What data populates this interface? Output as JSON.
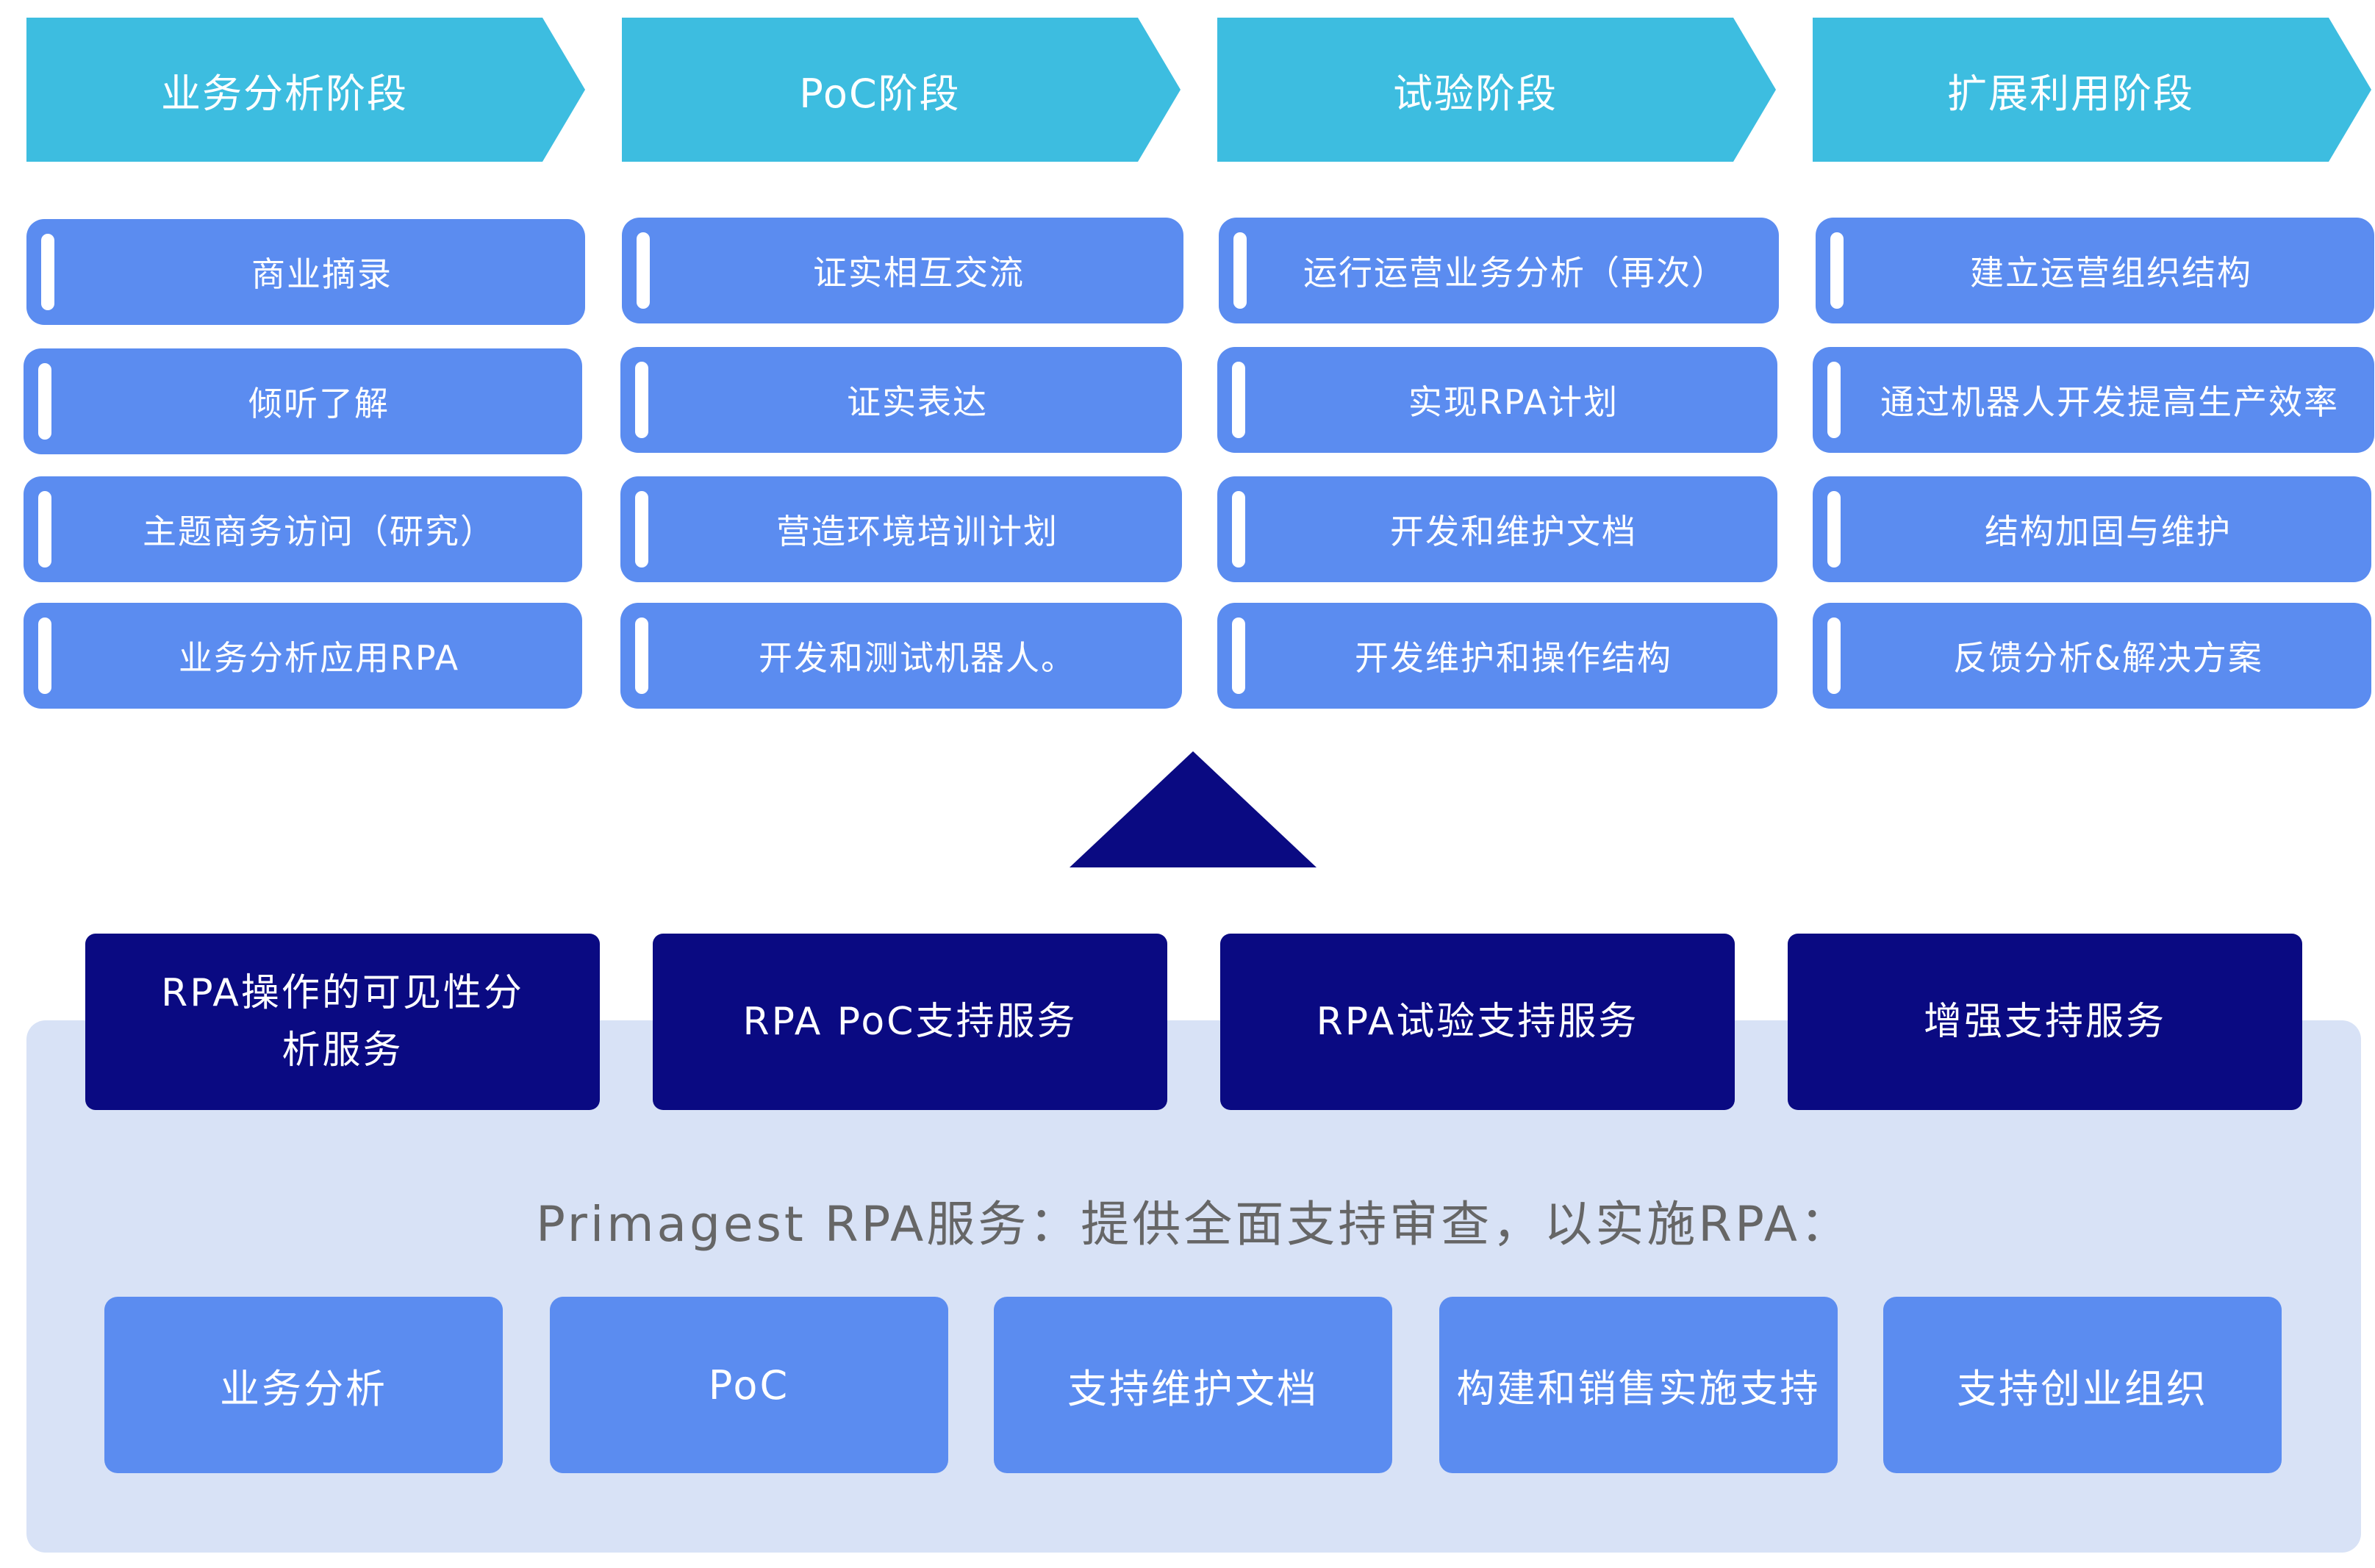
{
  "colors": {
    "phase": "#3dbde0",
    "task": "#5b8cf0",
    "triangle": "#0a0a82",
    "service": "#0a0a82",
    "panel": "#d8e2f6",
    "subservice": "#5b8cf0",
    "tagline": "#666666"
  },
  "phases": [
    {
      "title": "业务分析阶段",
      "tasks": [
        "商业摘录",
        "倾听了解",
        "主题商务访问（研究）",
        "业务分析应用RPA"
      ]
    },
    {
      "title": "PoC阶段",
      "tasks": [
        "证实相互交流",
        "证实表达",
        "营造环境培训计划",
        "开发和测试机器人。"
      ]
    },
    {
      "title": "试验阶段",
      "tasks": [
        "运行运营业务分析（再次）",
        "实现RPA计划",
        "开发和维护文档",
        "开发维护和操作结构"
      ]
    },
    {
      "title": "扩展利用阶段",
      "tasks": [
        "建立运营组织结构",
        "通过机器人开发提高生产效率",
        "结构加固与维护",
        "反馈分析&解决方案"
      ]
    }
  ],
  "services": [
    "RPA操作的可见性分析服务",
    "RPA PoC支持服务",
    "RPA试验支持服务",
    "增强支持服务"
  ],
  "tagline": "Primagest RPA服务：提供全面支持审查，以实施RPA：",
  "subservices": [
    "业务分析",
    "PoC",
    "支持维护文档",
    "构建和销售实施支持",
    "支持创业组织"
  ]
}
